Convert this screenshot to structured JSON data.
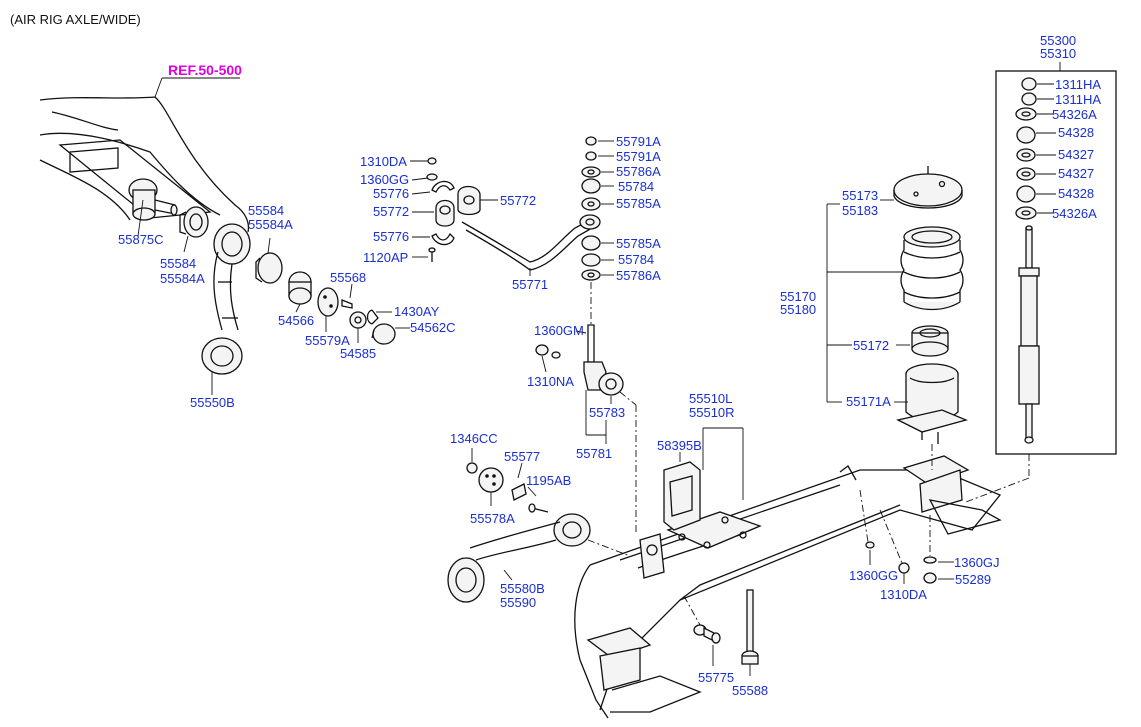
{
  "header": {
    "title": "(AIR RIG AXLE/WIDE)"
  },
  "reference": "REF.50-500",
  "labels": {
    "p55875C": "55875C",
    "p55584": "55584",
    "p55584A": "55584A",
    "p55584b": "55584",
    "p55584Ab": "55584A",
    "p55550B": "55550B",
    "p54566": "54566",
    "p55568": "55568",
    "p55579A": "55579A",
    "p54585": "54585",
    "p1430AY": "1430AY",
    "p54562C": "54562C",
    "p1310DA": "1310DA",
    "p1360GG": "1360GG",
    "p55776a": "55776",
    "p55772a": "55772",
    "p55772b": "55772",
    "p55776b": "55776",
    "p1120AP": "1120AP",
    "p55771": "55771",
    "p55791Aa": "55791A",
    "p55791Ab": "55791A",
    "p55786Aa": "55786A",
    "p55784a": "55784",
    "p55785Aa": "55785A",
    "p55785Ab": "55785A",
    "p55784b": "55784",
    "p55786Ab": "55786A",
    "p1360GM": "1360GM",
    "p1310NA": "1310NA",
    "p55783": "55783",
    "p55781": "55781",
    "p1346CC": "1346CC",
    "p55577": "55577",
    "p1195AB": "1195AB",
    "p55578A": "55578A",
    "p55580B": "55580B",
    "p55590": "55590",
    "p58395B": "58395B",
    "p55510L": "55510L",
    "p55510R": "55510R",
    "p55775": "55775",
    "p55588": "55588",
    "p55173": "55173",
    "p55183": "55183",
    "p55170": "55170",
    "p55180": "55180",
    "p55172": "55172",
    "p55171A": "55171A",
    "p1360GGb": "1360GG",
    "p1310DAb": "1310DA",
    "p1360GJ": "1360GJ",
    "p55289": "55289",
    "p55300": "55300",
    "p55310": "55310",
    "p1311HAa": "1311HA",
    "p1311HAb": "1311HA",
    "p54326Aa": "54326A",
    "p54328a": "54328",
    "p54327a": "54327",
    "p54327b": "54327",
    "p54328b": "54328",
    "p54326Ab": "54326A"
  },
  "colors": {
    "label": "#1a2fd0",
    "reference": "#e000e0",
    "line": "#111111"
  }
}
